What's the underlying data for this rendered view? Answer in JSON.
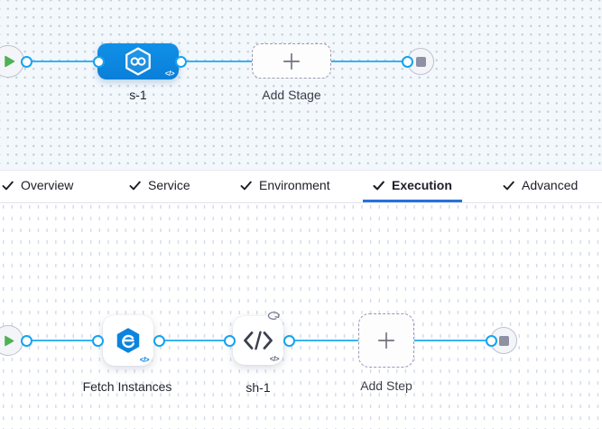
{
  "canvas_top": {
    "stage_label": "s-1",
    "add_stage_label": "Add Stage"
  },
  "tabs": {
    "items": [
      {
        "label": "Overview",
        "checked": true,
        "active": false
      },
      {
        "label": "Service",
        "checked": true,
        "active": false
      },
      {
        "label": "Environment",
        "checked": true,
        "active": false
      },
      {
        "label": "Execution",
        "checked": true,
        "active": true
      },
      {
        "label": "Advanced",
        "checked": true,
        "active": false
      }
    ]
  },
  "canvas_bottom": {
    "fetch_step_label": "Fetch Instances",
    "shell_step_label": "sh-1",
    "add_step_label": "Add Step"
  },
  "icons": {
    "play": "play-triangle",
    "stop": "stop-square",
    "plus": "+",
    "check": "check-mark",
    "code_badge": "</>",
    "loop": "loop-arrows",
    "stage_glyph": "infinity-in-hexagon",
    "fetch_glyph": "e-in-hexagon",
    "shell_glyph": "code-chevrons"
  },
  "colors": {
    "stage_node_blue": "#0d87e2",
    "connector_blue": "#36b3f3",
    "port_ring_blue": "#15a3f0",
    "play_green": "#4eb154",
    "tab_underline_blue": "#2472da",
    "canvas_top_bg": "#f3f8fc"
  }
}
